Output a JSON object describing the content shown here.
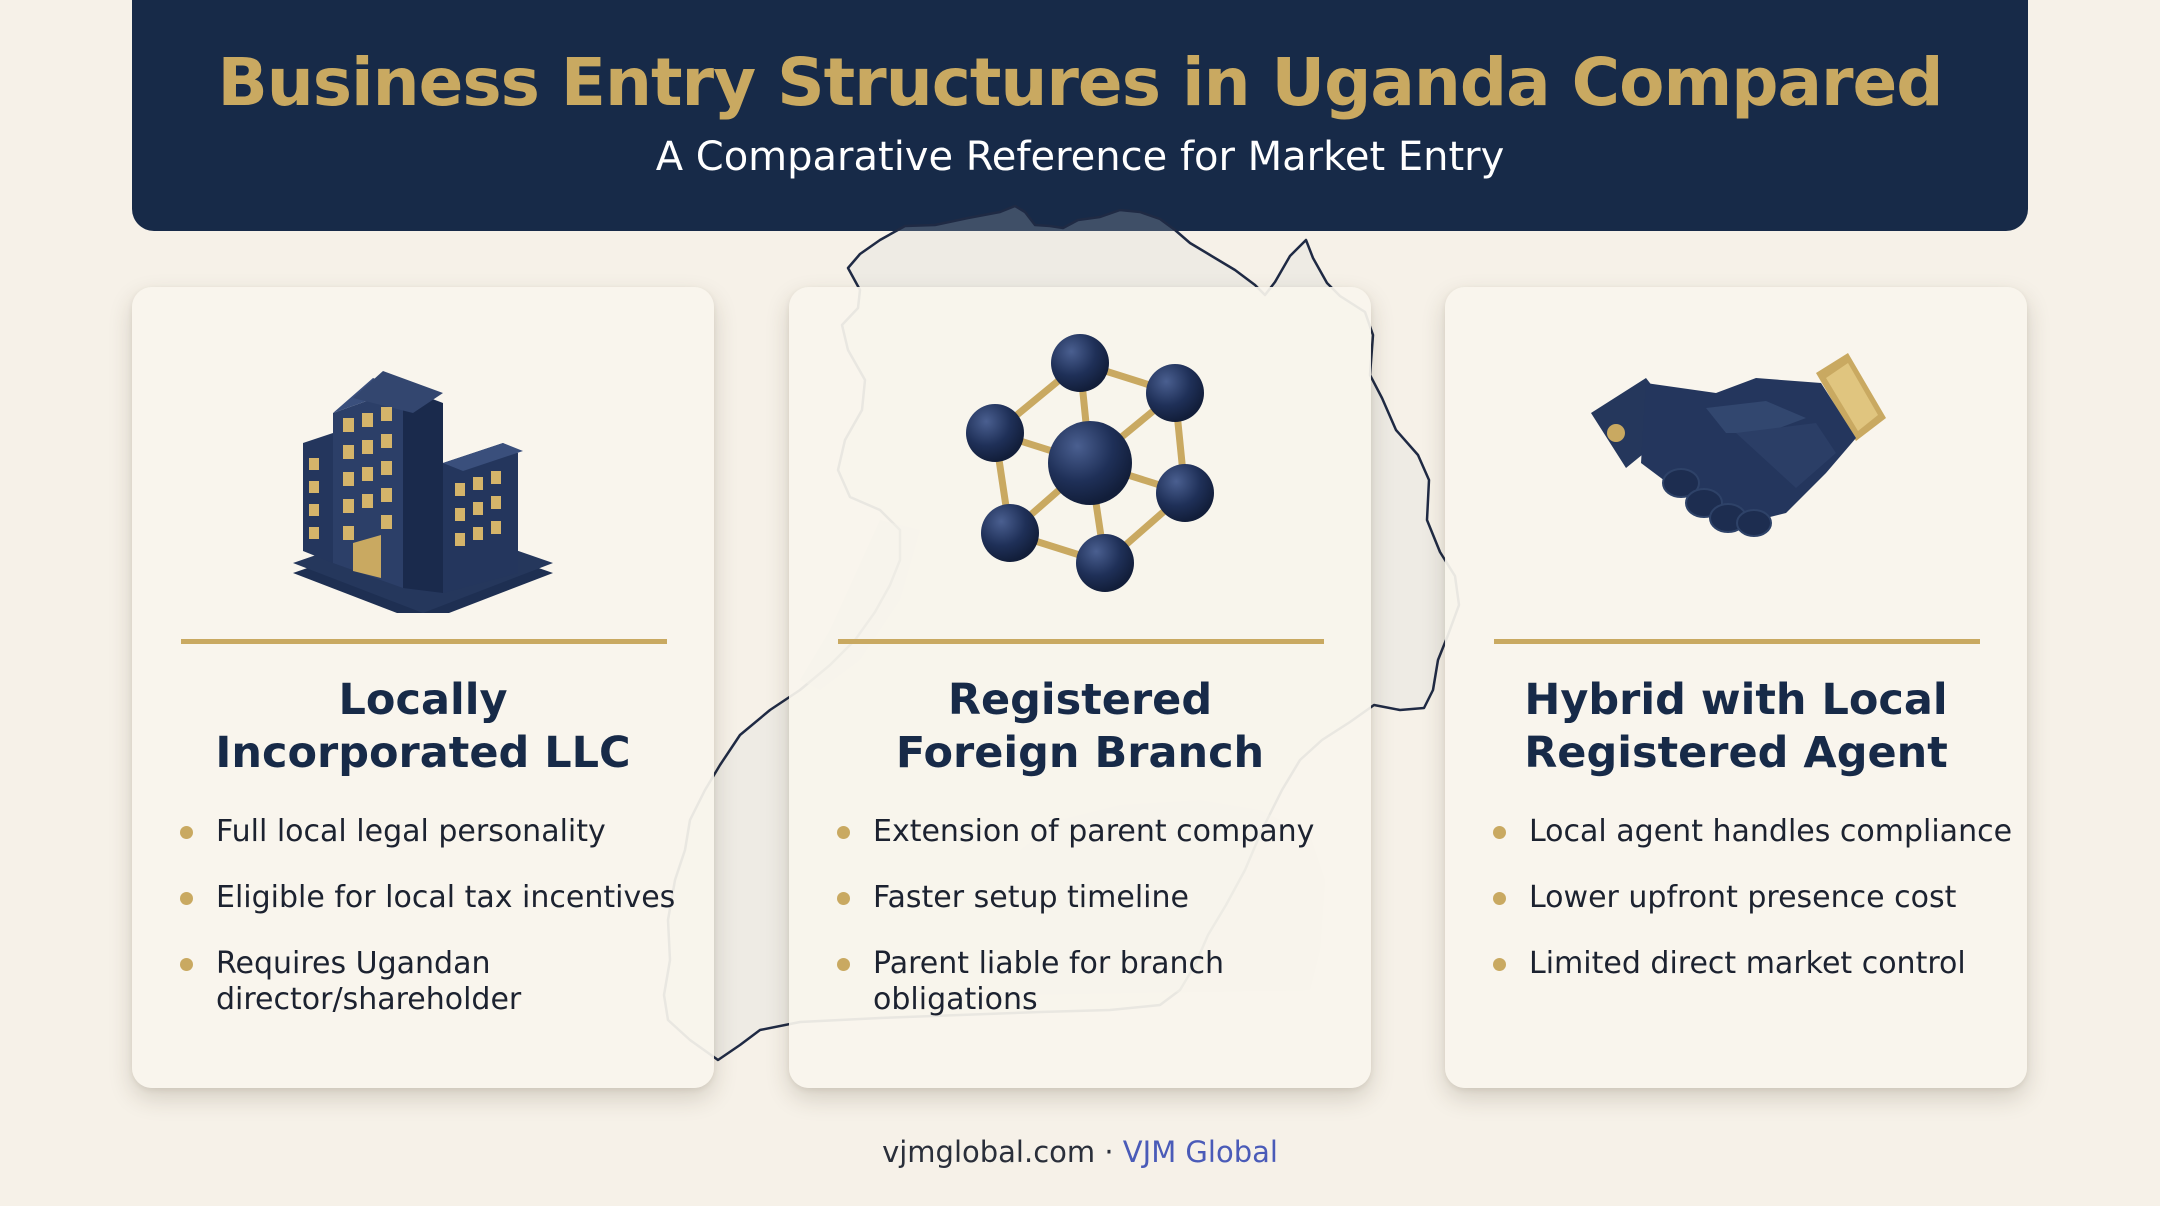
{
  "header": {
    "title": "Business Entry Structures in Uganda Compared",
    "subtitle": "A Comparative Reference for Market Entry"
  },
  "cards": [
    {
      "icon": "office-building-icon",
      "title_lines": [
        "Locally",
        "Incorporated LLC"
      ],
      "bullets": [
        [
          "Full local legal personality"
        ],
        [
          "Eligible for local tax incentives"
        ],
        [
          "Requires Ugandan",
          "director/shareholder"
        ]
      ]
    },
    {
      "icon": "network-nodes-icon",
      "title_lines": [
        "Registered",
        "Foreign Branch"
      ],
      "bullets": [
        [
          "Extension of parent company"
        ],
        [
          "Faster setup timeline"
        ],
        [
          "Parent liable for branch",
          "obligations"
        ]
      ]
    },
    {
      "icon": "handshake-icon",
      "title_lines": [
        "Hybrid with Local",
        "Registered Agent"
      ],
      "bullets": [
        [
          "Local agent handles compliance"
        ],
        [
          "Lower upfront presence cost"
        ],
        [
          "Limited direct market control"
        ]
      ]
    }
  ],
  "footer": {
    "site": "vjmglobal.com",
    "separator": " · ",
    "brand": "VJM Global"
  },
  "colors": {
    "navy": "#172a48",
    "gold": "#c9a961",
    "background": "#f6f1e8",
    "card": "#f9f5ed",
    "brand_link": "#4a5bb8"
  }
}
